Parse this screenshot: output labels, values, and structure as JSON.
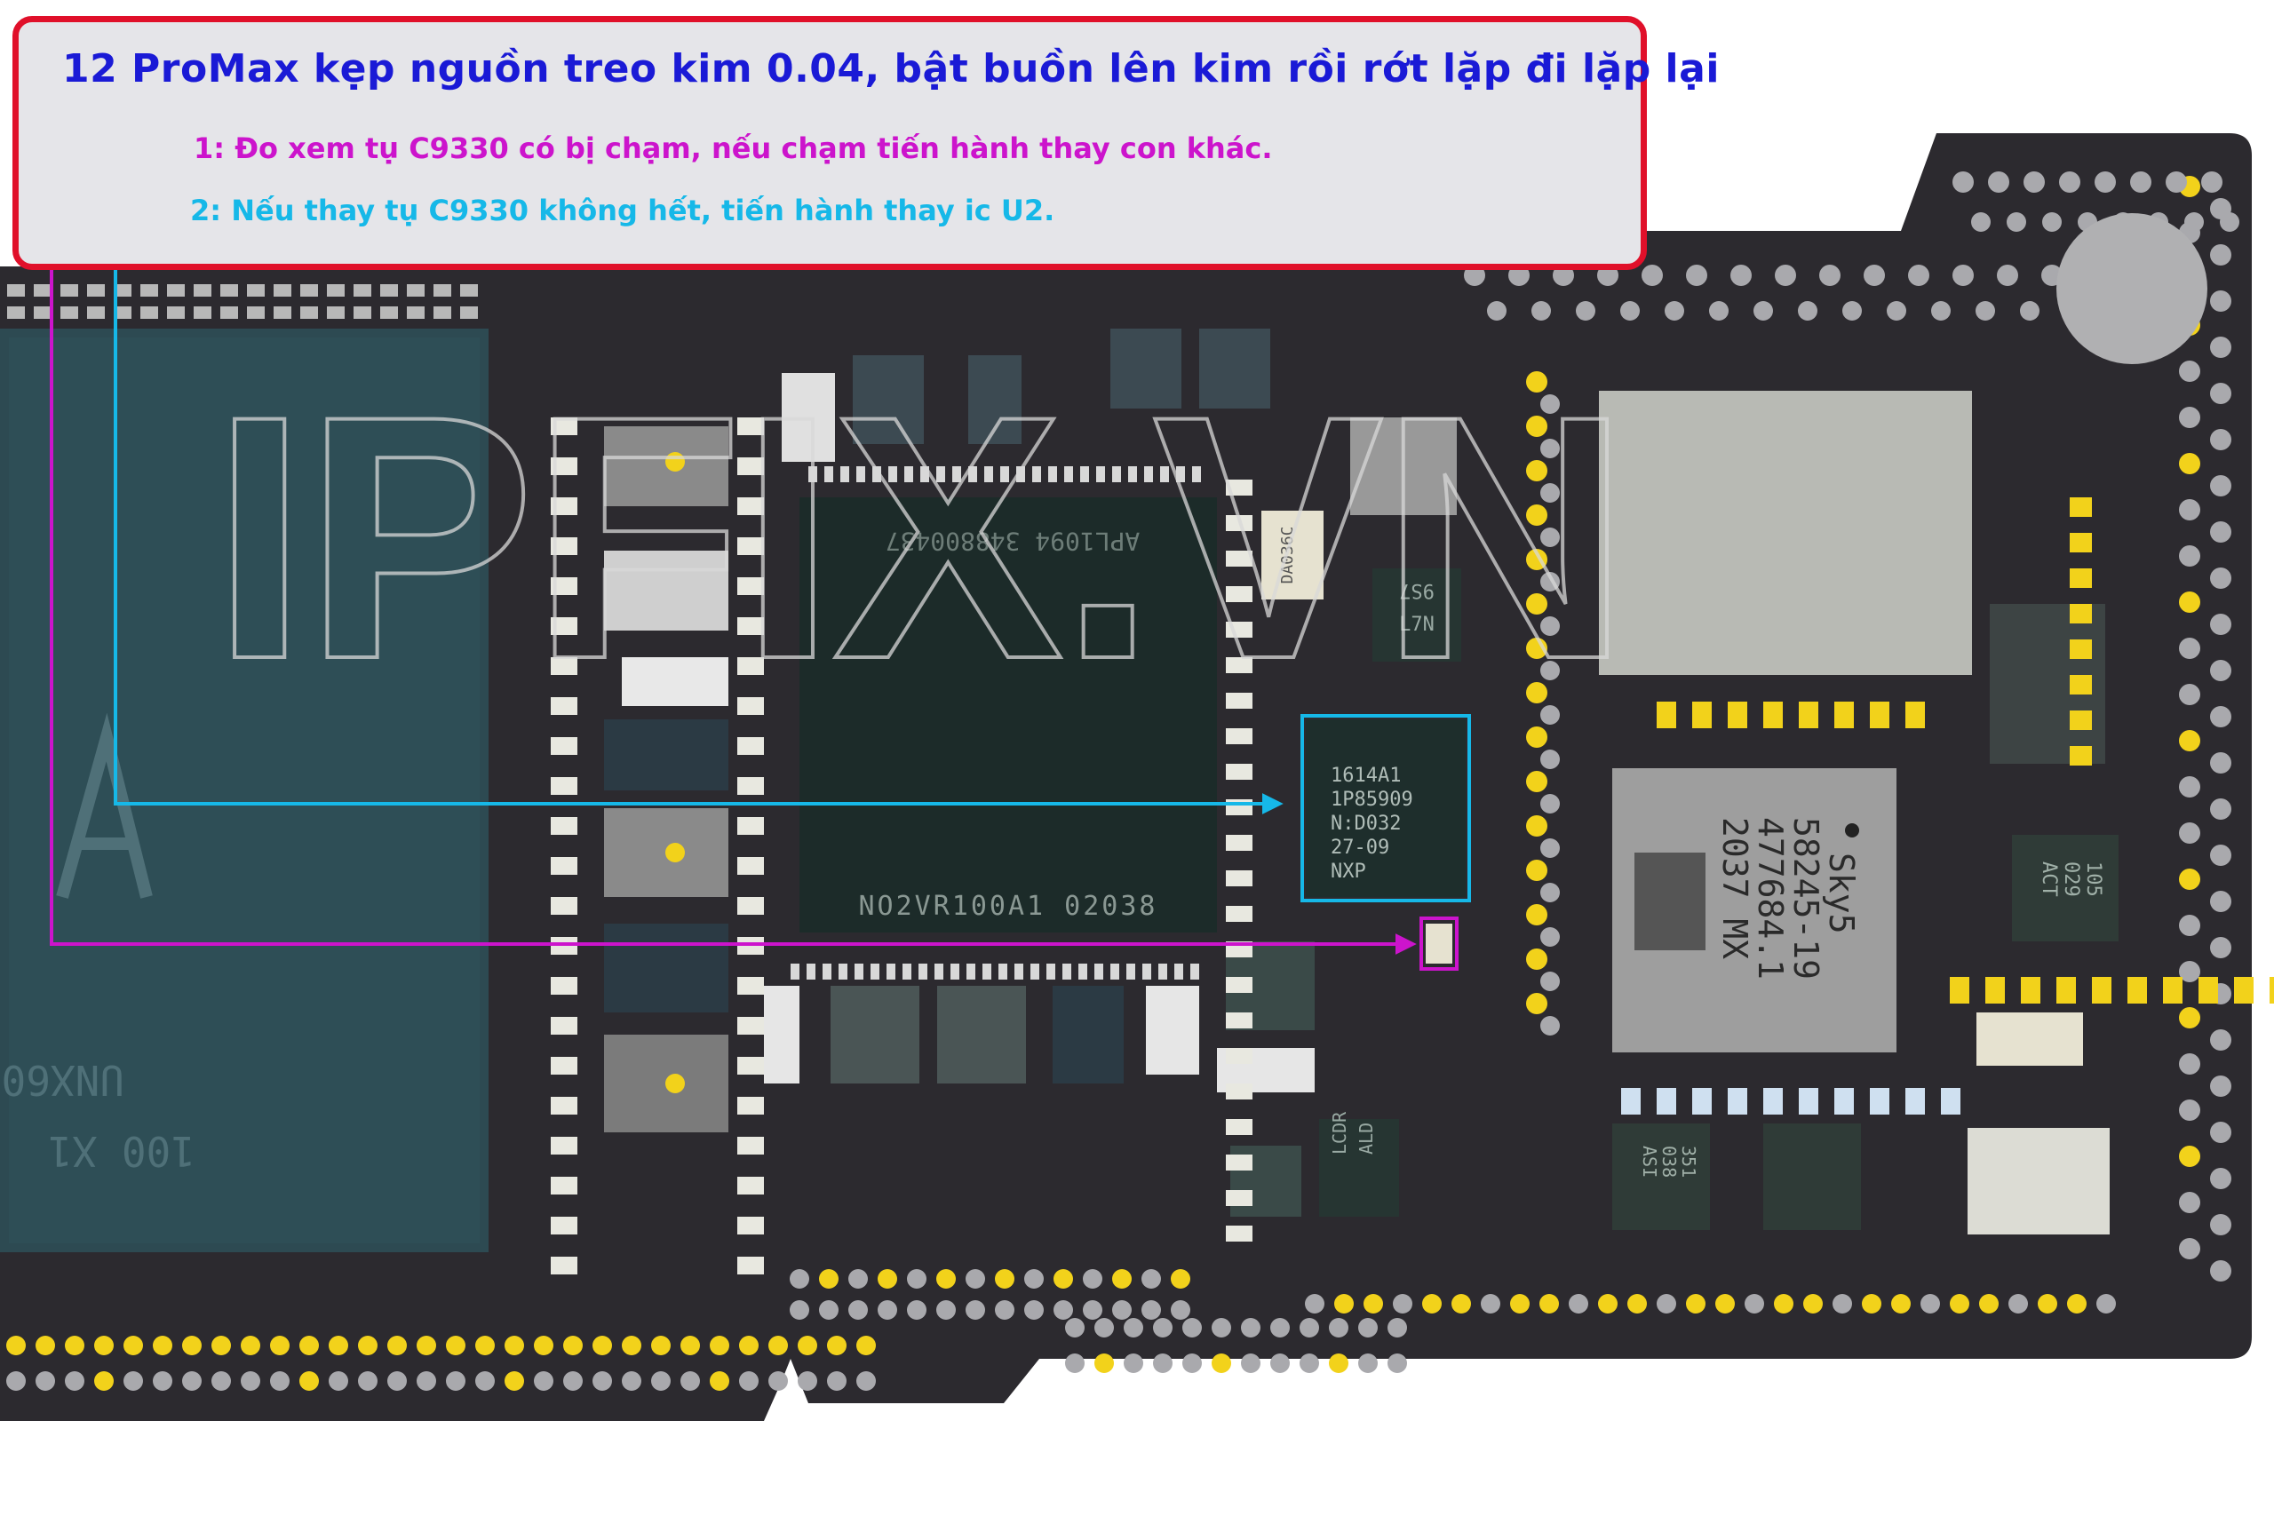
{
  "title": "12 ProMax kẹp nguồn treo kim 0.04, bật buồn lên kim rồi rớt lặp đi lặp lại",
  "notes": [
    {
      "text": "1: Đo xem tụ C9330 có bị chạm, nếu chạm tiến hành thay con khác.",
      "color": "#cc14cc"
    },
    {
      "text": "2: Nếu thay tụ C9330 không hết, tiến hành thay ic U2.",
      "color": "#16b8e8"
    }
  ],
  "watermark": "IPFIX.VN",
  "chips": {
    "cpu_top": "APL1094 348800437",
    "cpu_bottom": "NO2VR100A1 02038",
    "u2_lines": [
      "1614A1",
      "1P85909",
      "N:D032",
      "27-09",
      "NXP"
    ],
    "sky_lines": [
      "Sky5",
      "58245-19",
      "477684.1",
      "2037 MX"
    ],
    "cap_label": "DA036C",
    "small_chip": [
      "9S7",
      "L7N"
    ],
    "lcdr_lines": [
      "LCDR",
      "ALD"
    ],
    "left_text_1": "UNX60",
    "left_text_2": "100  X1",
    "asi_lines": [
      "ASI",
      "038",
      "351"
    ],
    "act_lines": [
      "ACT",
      "029",
      "105"
    ]
  },
  "colors": {
    "board": "#2c2a2f",
    "pad_yellow": "#f2d21b",
    "pad_gray": "#a9a9ad",
    "frame_red": "#e0102a",
    "title_blue": "#1a1ad6",
    "magenta": "#cc14cc",
    "cyan": "#16b8e8"
  }
}
